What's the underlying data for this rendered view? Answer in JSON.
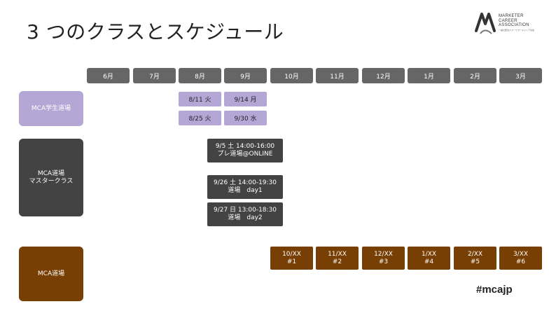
{
  "slide": {
    "title": "3 つのクラスとスケジュール",
    "hashtag": "#mcajp"
  },
  "logo": {
    "name": "logo",
    "line1": "MARKETER",
    "line2": "CAREER",
    "line3": "ASSOCIATION",
    "subtitle": "一般社団法人マーケターキャリア協会"
  },
  "months": [
    "6月",
    "7月",
    "8月",
    "9月",
    "10月",
    "11月",
    "12月",
    "1月",
    "2月",
    "3月"
  ],
  "categories": {
    "student": "MCA学生道場",
    "master_line1": "MCA道場",
    "master_line2": "マスタークラス",
    "dojo": "MCA道場"
  },
  "student_dates": [
    "8/11 火",
    "9/14 月",
    "8/25 火",
    "9/30 水"
  ],
  "master_events": [
    {
      "line1": "9/5 土 14:00-16:00",
      "line2": "プレ道場@ONLINE"
    },
    {
      "line1": "9/26 土 14:00-19:30",
      "line2": "道場　day1"
    },
    {
      "line1": "9/27 日 13:00-18:30",
      "line2": "道場　day2"
    }
  ],
  "dojo_sessions": [
    {
      "date": "10/XX",
      "num": "#1"
    },
    {
      "date": "11/XX",
      "num": "#2"
    },
    {
      "date": "12/XX",
      "num": "#3"
    },
    {
      "date": "1/XX",
      "num": "#4"
    },
    {
      "date": "2/XX",
      "num": "#5"
    },
    {
      "date": "3/XX",
      "num": "#6"
    }
  ],
  "colors": {
    "month_header": "#666666",
    "student": "#b4a7d6",
    "master": "#434343",
    "dojo": "#783f04"
  }
}
